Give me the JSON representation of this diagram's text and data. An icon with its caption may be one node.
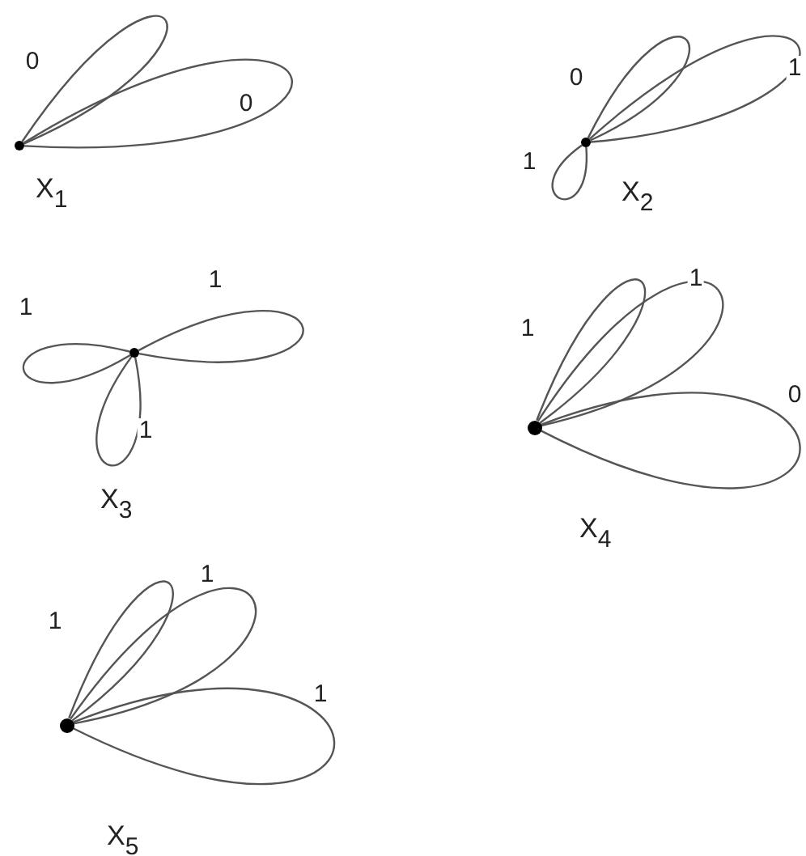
{
  "diagram": {
    "nodes": [
      {
        "text": [],
        "shape": "circle"
      },
      {
        "text": [],
        "shape": "circle"
      },
      {
        "text": [],
        "shape": "circle"
      },
      {
        "text": [],
        "shape": "circle"
      },
      {
        "text": [],
        "shape": "circle"
      }
    ],
    "labels": [
      "X$_{1}$",
      "X$_{2}$",
      "X$_{3}$",
      "X$_{4}$",
      "X$_{5}$"
    ],
    "edges": [
      {
        "from": 0,
        "to": 0,
        "arrow": "none",
        "label": "0"
      },
      {
        "from": 0,
        "to": 0,
        "arrow": "none",
        "label": "0"
      },
      {
        "from": 1,
        "to": 1,
        "arrow": "none",
        "label": "0"
      },
      {
        "from": 1,
        "to": 1,
        "arrow": "none",
        "label": "1"
      },
      {
        "from": 1,
        "to": 1,
        "arrow": "none",
        "label": "1"
      },
      {
        "from": 2,
        "to": 2,
        "arrow": "none",
        "label": "1"
      },
      {
        "from": 2,
        "to": 2,
        "arrow": "none",
        "label": "1"
      },
      {
        "from": 2,
        "to": 2,
        "arrow": "none",
        "label": "1"
      },
      {
        "from": 3,
        "to": 3,
        "arrow": "none",
        "label": "1"
      },
      {
        "from": 3,
        "to": 3,
        "arrow": "none",
        "label": "1"
      },
      {
        "from": 3,
        "to": 3,
        "arrow": "none",
        "label": "0"
      },
      {
        "from": 4,
        "to": 4,
        "arrow": "none",
        "label": "1"
      },
      {
        "from": 4,
        "to": 4,
        "arrow": "none",
        "label": "1"
      },
      {
        "from": 4,
        "to": 4,
        "arrow": "none",
        "label": "1"
      }
    ]
  }
}
